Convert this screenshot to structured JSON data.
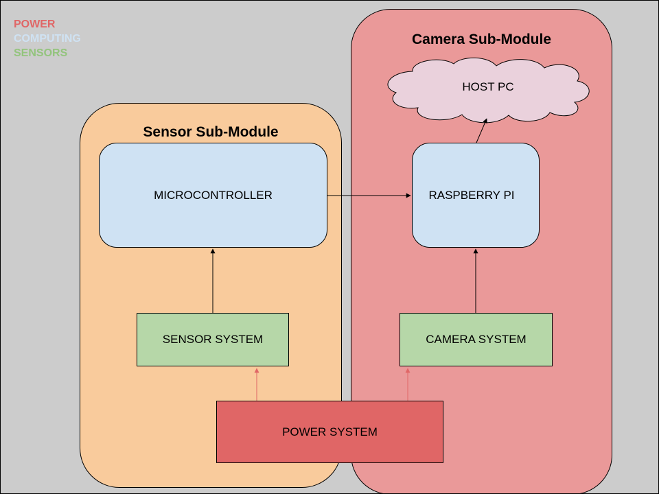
{
  "legend": {
    "power": {
      "label": "POWER",
      "color": "#e06666"
    },
    "computing": {
      "label": "COMPUTING",
      "color": "#cfe2f3"
    },
    "sensors": {
      "label": "SENSORS",
      "color": "#93c47d"
    }
  },
  "modules": {
    "sensor": {
      "title": "Sensor Sub-Module",
      "color": "#f9cb9c"
    },
    "camera": {
      "title": "Camera Sub-Module",
      "color": "#ea9999"
    }
  },
  "nodes": {
    "host_pc": {
      "label": "HOST PC",
      "color": "#ead1dc"
    },
    "microcontroller": {
      "label": "MICROCONTROLLER",
      "color": "#cfe2f3"
    },
    "raspberry_pi": {
      "label": "RASPBERRY PI",
      "color": "#cfe2f3"
    },
    "sensor_system": {
      "label": "SENSOR SYSTEM",
      "color": "#b6d7a8"
    },
    "camera_system": {
      "label": "CAMERA SYSTEM",
      "color": "#b6d7a8"
    },
    "power_system": {
      "label": "POWER SYSTEM",
      "color": "#e06666"
    }
  },
  "edges": [
    {
      "from": "sensor_system",
      "to": "microcontroller"
    },
    {
      "from": "camera_system",
      "to": "raspberry_pi"
    },
    {
      "from": "microcontroller",
      "to": "raspberry_pi"
    },
    {
      "from": "raspberry_pi",
      "to": "host_pc"
    },
    {
      "from": "power_system",
      "to": "sensor_system"
    },
    {
      "from": "power_system",
      "to": "camera_system"
    }
  ]
}
